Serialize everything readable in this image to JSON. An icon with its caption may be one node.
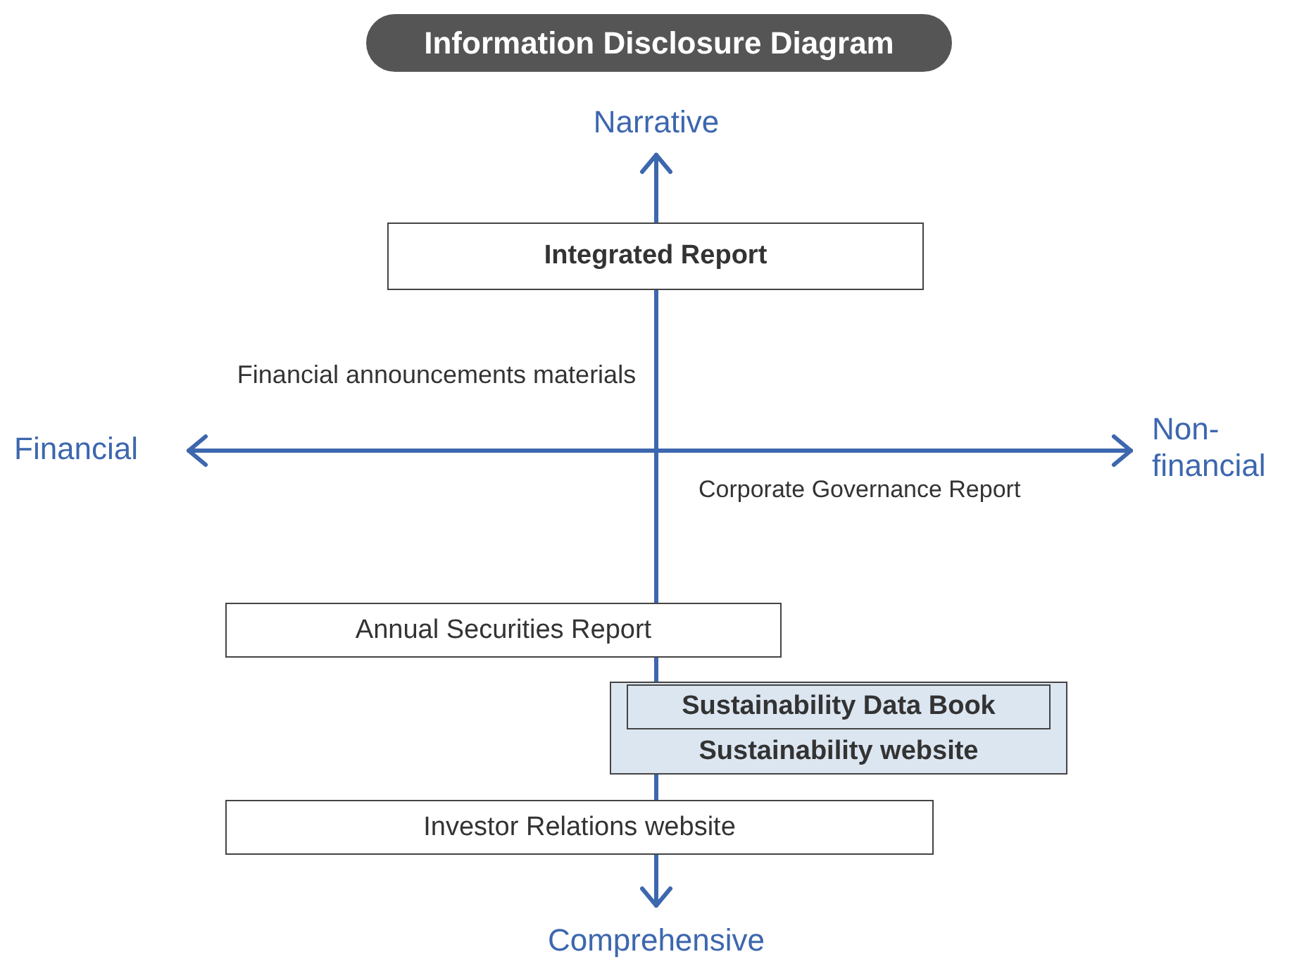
{
  "diagram": {
    "title": "Information Disclosure Diagram",
    "nodes": [
      {
        "text": [
          "Integrated Report"
        ]
      },
      {
        "text": [
          "Annual Securities Report"
        ]
      },
      {
        "text": [
          "Sustainability website"
        ]
      },
      {
        "text": [
          "Sustainability Data Book"
        ],
        "in": 2
      },
      {
        "text": [
          "Investor Relations website"
        ]
      }
    ],
    "labels": [
      "Narrative",
      "Financial announcements materials",
      "Financial",
      "Non-financial",
      "Corporate Governance Report",
      "Comprehensive"
    ]
  }
}
